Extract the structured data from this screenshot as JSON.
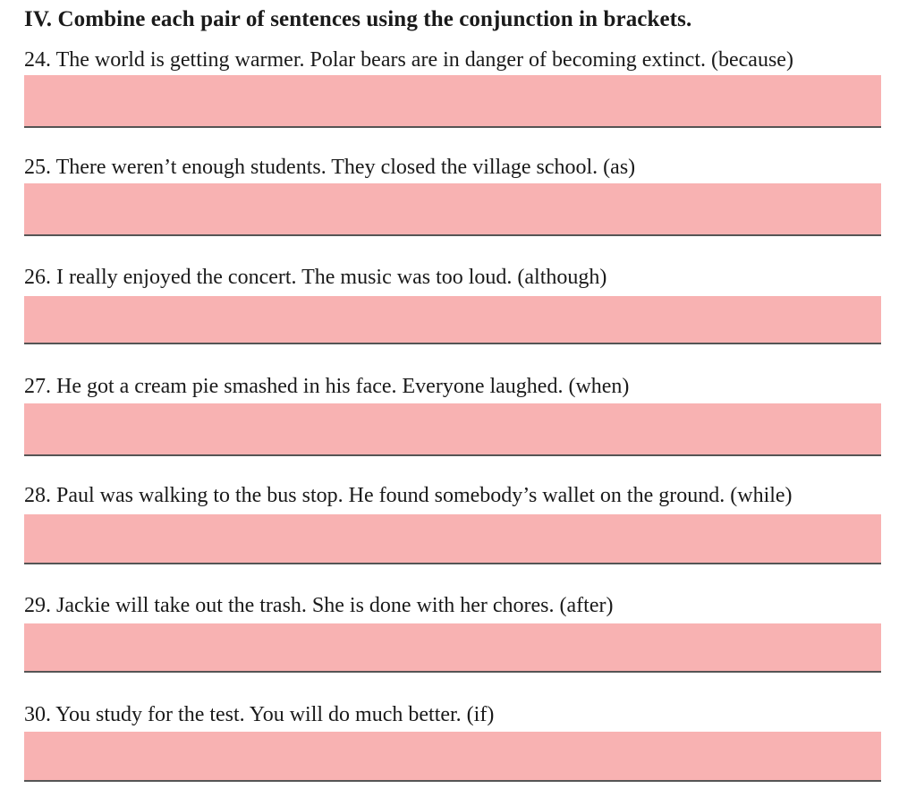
{
  "heading": "IV. Combine each pair of sentences using the conjunction in brackets.",
  "colors": {
    "answer_box": "#f8b2b2",
    "rule": "#555555",
    "text": "#1a1a1a"
  },
  "questions": [
    {
      "text": "24. The world is getting warmer. Polar bears are in danger of becoming extinct. (because)",
      "answer": ""
    },
    {
      "text": "25. There weren’t enough students. They closed the village school. (as)",
      "answer": ""
    },
    {
      "text": "26. I really enjoyed the concert. The music was too loud. (although)",
      "answer": ""
    },
    {
      "text": "27. He got a cream pie smashed in his face. Everyone laughed. (when)",
      "answer": ""
    },
    {
      "text": "28. Paul was walking to the bus stop. He found somebody’s wallet on the ground. (while)",
      "answer": ""
    },
    {
      "text": "29. Jackie will take out the trash. She is done with her chores. (after)",
      "answer": ""
    },
    {
      "text": "30. You study for the test. You will do much better. (if)",
      "answer": ""
    }
  ]
}
